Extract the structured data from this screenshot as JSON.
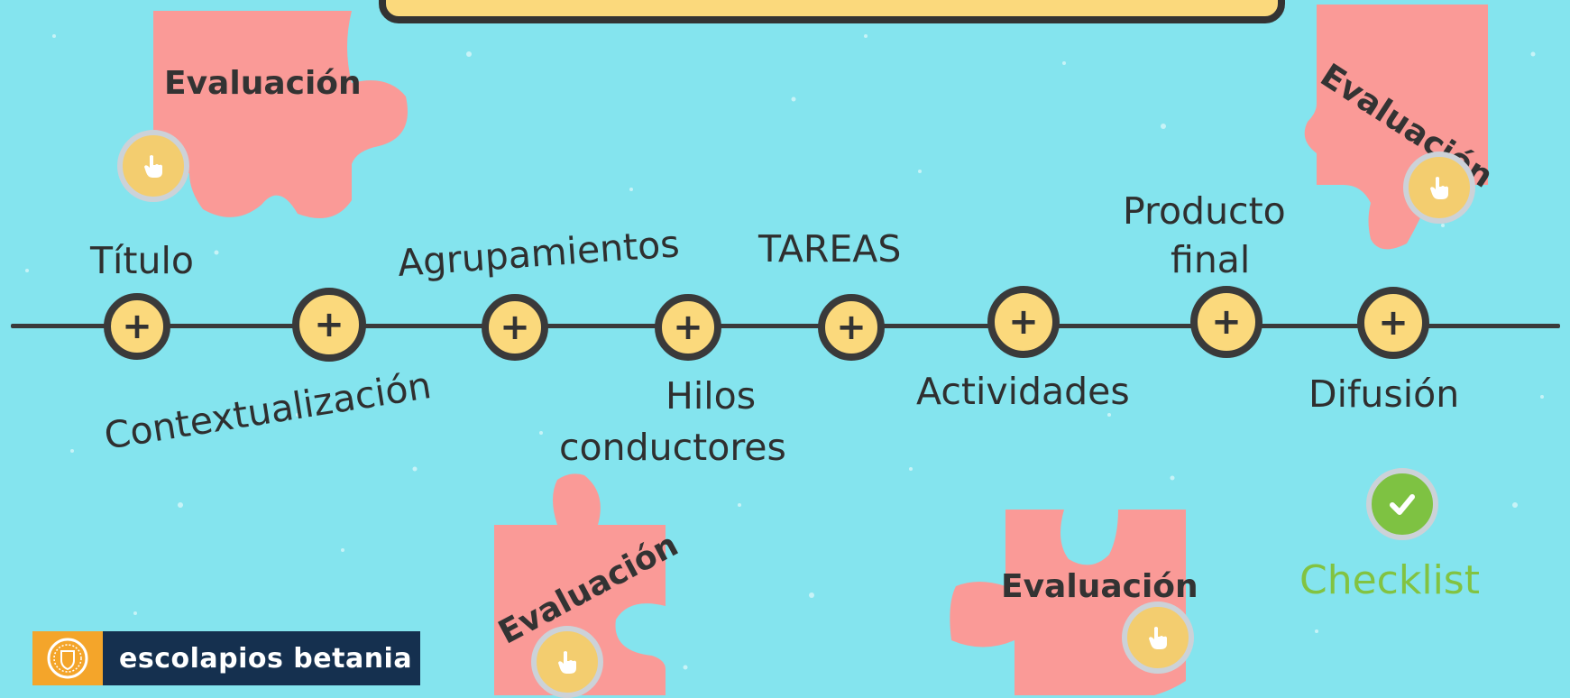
{
  "timeline": {
    "labels": {
      "titulo": "Título",
      "contextualizacion": "Contextualización",
      "agrupamientos": "Agrupamientos",
      "hilos_line1": "Hilos",
      "hilos_line2": "conductores",
      "tareas": "TAREAS",
      "actividades": "Actividades",
      "producto_line1": "Producto",
      "producto_line2": "final",
      "difusion": "Difusión"
    },
    "node_symbol": "+"
  },
  "puzzles": {
    "evaluacion_label": "Evaluación"
  },
  "checklist": {
    "label": "Checklist"
  },
  "logo": {
    "text": "escolapios betania"
  },
  "icons": {
    "node": "plus-icon",
    "touch": "hand-pointer-icon",
    "check": "check-icon",
    "logo": "shield-crest-icon"
  },
  "colors": {
    "background": "#84e4ee",
    "node_fill": "#fbd97c",
    "line": "#3a3a3a",
    "puzzle": "#fa9a97",
    "checklist_green": "#82c341",
    "logo_orange": "#f4a52a",
    "logo_navy": "#15304f"
  }
}
